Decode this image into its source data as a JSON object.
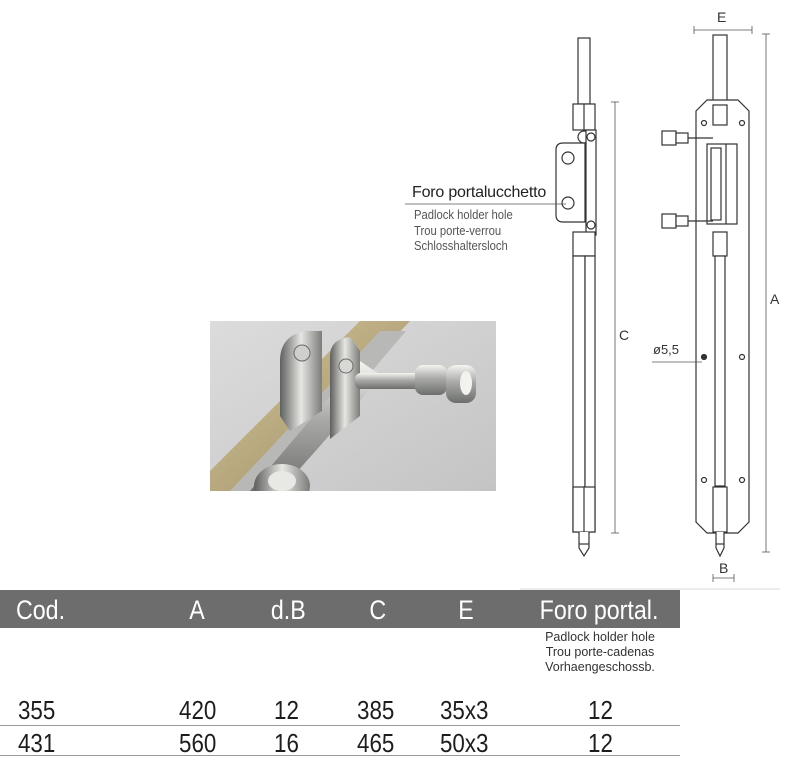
{
  "drawing": {
    "labels": {
      "A": "A",
      "B": "B",
      "C": "C",
      "E": "E",
      "hole": "ø5,5"
    }
  },
  "callout": {
    "title": "Foro portalucchetto",
    "lines": [
      "Padlock holder hole",
      "Trou porte-verrou",
      "Schlosshaltersloch"
    ]
  },
  "table": {
    "headers": [
      "Cod.",
      "A",
      "d.B",
      "C",
      "E",
      "Foro portal."
    ],
    "last_header_note": [
      "Padlock holder hole",
      "Trou porte-cadenas",
      "Vorhaengeschossb."
    ],
    "rows": [
      [
        "355",
        "420",
        "12",
        "385",
        "35x3",
        "12"
      ],
      [
        "431",
        "560",
        "16",
        "465",
        "50x3",
        "12"
      ]
    ]
  },
  "colors": {
    "header_bg": "#6d6d6d",
    "header_text": "#ffffff",
    "line": "#333333"
  }
}
